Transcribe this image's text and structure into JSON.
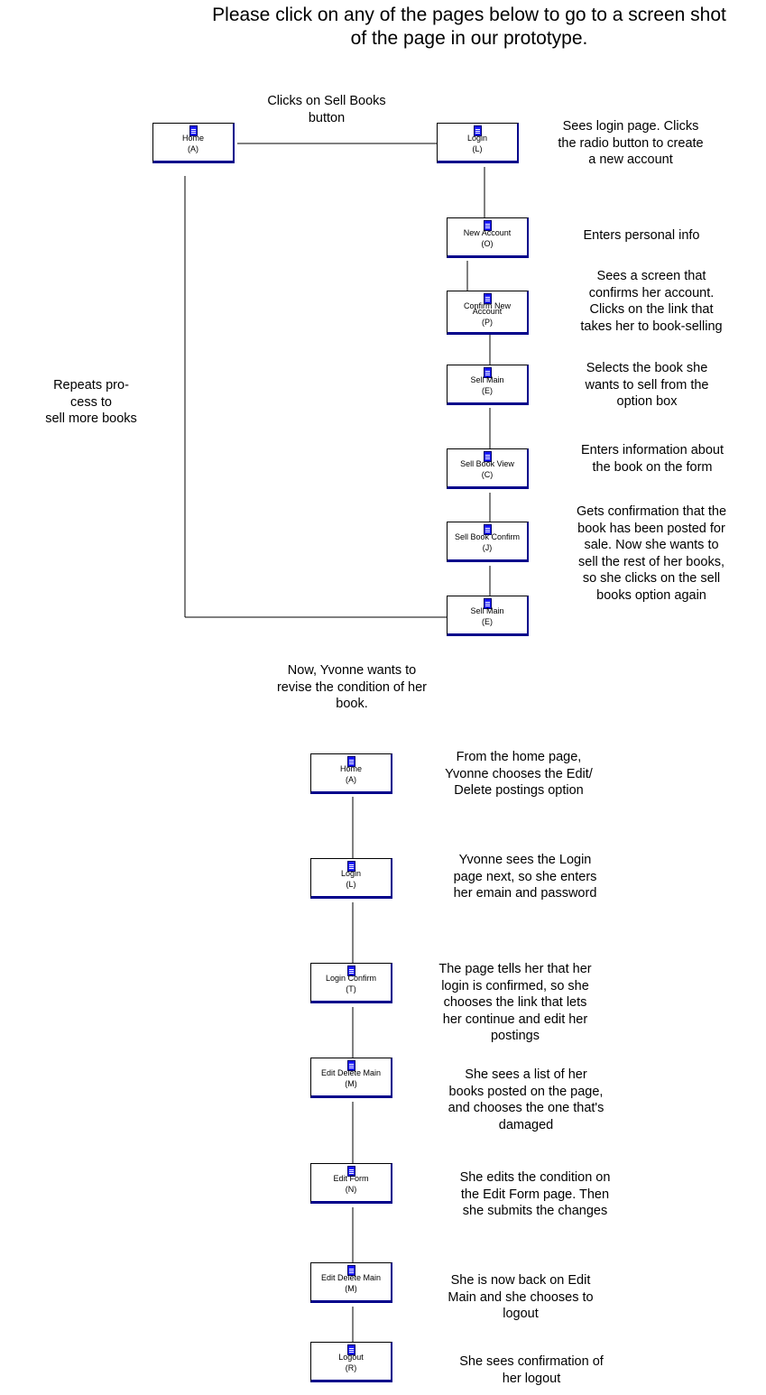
{
  "title": {
    "line1": "Please click on any of the pages below to go to a screen shot",
    "line2": "of the page in our prototype."
  },
  "scenario1": {
    "edge_label": [
      "Clicks on Sell Books",
      "button"
    ],
    "side_note": [
      "Repeats pro-",
      "cess to",
      "sell more books"
    ],
    "boxes": [
      {
        "label": "Home",
        "code": "(A)"
      },
      {
        "label": "Login",
        "code": "(L)"
      },
      {
        "label": "New Account",
        "code": "(O)"
      },
      {
        "label": "Confirm New",
        "label2": "Account",
        "code": "(P)"
      },
      {
        "label": "Sell Main",
        "code": "(E)"
      },
      {
        "label": "Sell Book View",
        "code": "(C)"
      },
      {
        "label": "Sell Book Confirm",
        "code": "(J)"
      },
      {
        "label": "Sell Main",
        "code": "(E)"
      }
    ],
    "notes": [
      [
        "Sees login page.  Clicks",
        "the radio button to create",
        "a new account"
      ],
      [
        "Enters personal info"
      ],
      [
        "Sees a screen that",
        "confirms her account.",
        "Clicks on the link that",
        "takes her to book-selling"
      ],
      [
        "Selects the book she",
        "wants to sell from the",
        "option box"
      ],
      [
        "Enters information about",
        "the book on the form"
      ],
      [
        "Gets confirmation that the",
        "book has been posted for",
        "sale.  Now she wants to",
        "sell the rest of her books,",
        "so she clicks on the sell",
        "books option again"
      ]
    ]
  },
  "transition_note": [
    "Now, Yvonne wants to",
    "revise the condition of her",
    "book."
  ],
  "scenario2": {
    "boxes": [
      {
        "label": "Home",
        "code": "(A)"
      },
      {
        "label": "Login",
        "code": "(L)"
      },
      {
        "label": "Login Confirm",
        "code": "(T)"
      },
      {
        "label": "Edit Delete Main",
        "code": "(M)"
      },
      {
        "label": "Edit Form",
        "code": "(N)"
      },
      {
        "label": "Edit Delete Main",
        "code": "(M)"
      },
      {
        "label": "Logout",
        "code": "(R)"
      }
    ],
    "notes": [
      [
        "From the home page,",
        "Yvonne chooses the Edit/",
        "Delete postings option"
      ],
      [
        "Yvonne sees the Login",
        "page next, so she enters",
        "her emain and password"
      ],
      [
        "The page tells her that her",
        "login is confirmed, so she",
        "chooses the link that lets",
        "her continue and edit her",
        "postings"
      ],
      [
        "She sees a list of her",
        "books posted on the page,",
        "and chooses the one that's",
        "damaged"
      ],
      [
        "She edits the condition on",
        "the Edit Form page.  Then",
        "she submits the changes"
      ],
      [
        "She is now back on Edit",
        "Main and she chooses to",
        "logout"
      ],
      [
        "She sees confirmation of",
        "her logout"
      ]
    ]
  },
  "colors": {
    "box_shadow": "#00008b",
    "page_icon": "#1a1aff"
  }
}
